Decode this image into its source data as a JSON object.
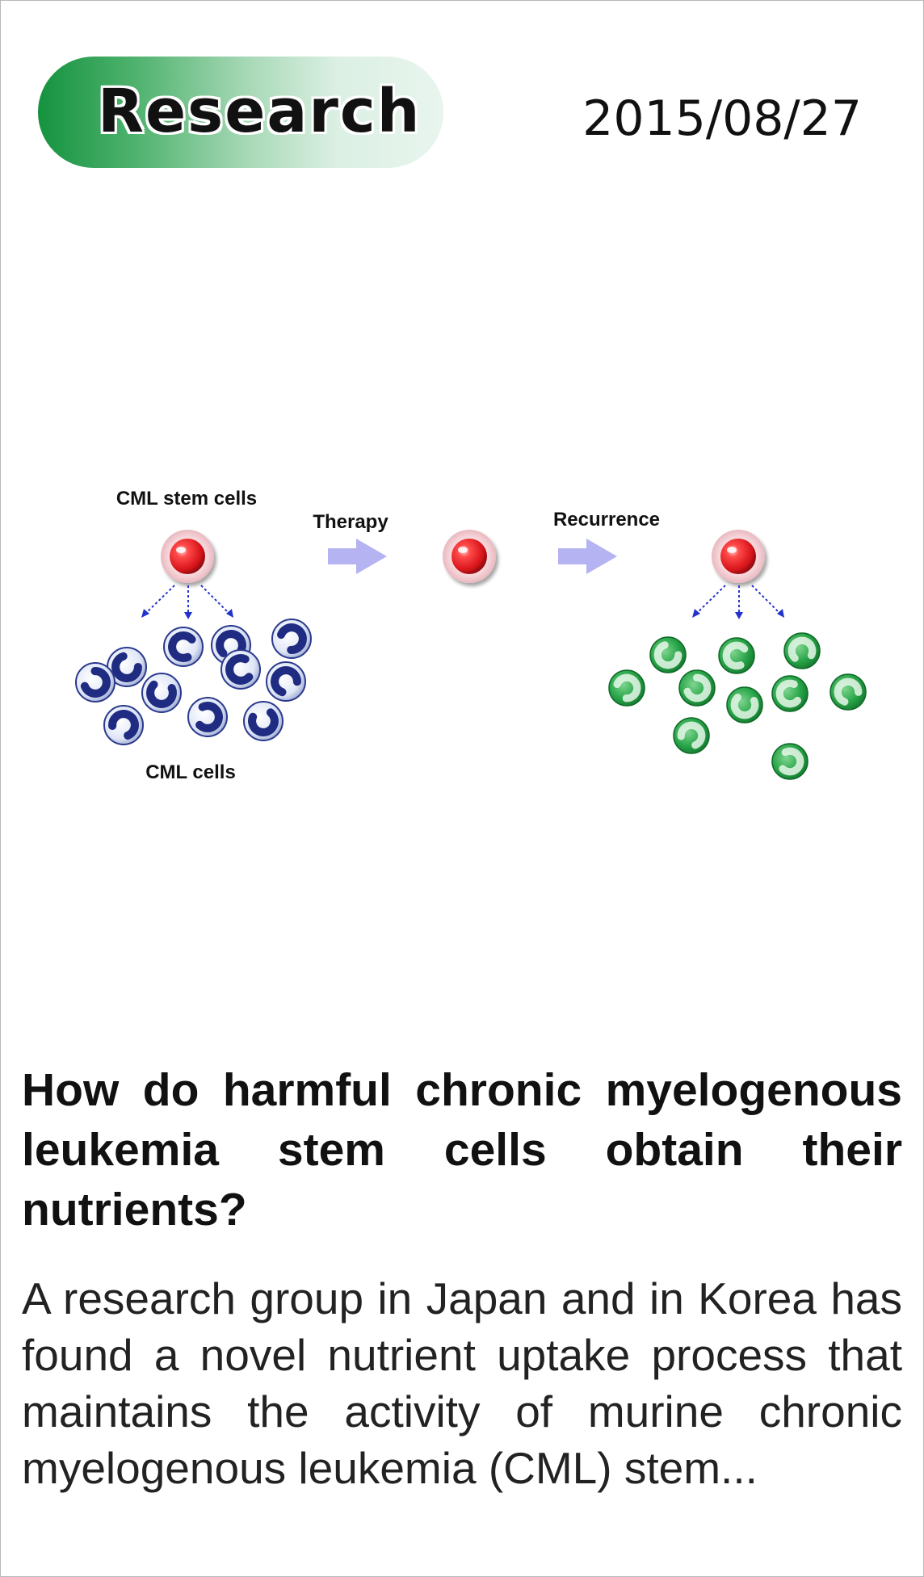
{
  "category": {
    "label": "Research",
    "color": "#15933f"
  },
  "date": "2015/08/27",
  "figure": {
    "labels": {
      "stem_cells": "CML stem cells",
      "cells": "CML cells",
      "therapy": "Therapy",
      "recurrence": "Recurrence"
    },
    "colors": {
      "stem": "#e0272a",
      "cml_cell": "#1f2c82",
      "recurrent_cell": "#1d9a3c",
      "arrow": "#b6b3f2",
      "dotted": "#2233cc"
    }
  },
  "headline": "How do harmful chronic myelogenous leukemia stem cells obtain their nutrients?",
  "excerpt": "A research group in Japan and in Korea has found a novel nutrient uptake process that maintains the activity of murine chronic myelogenous leukemia (CML) stem..."
}
